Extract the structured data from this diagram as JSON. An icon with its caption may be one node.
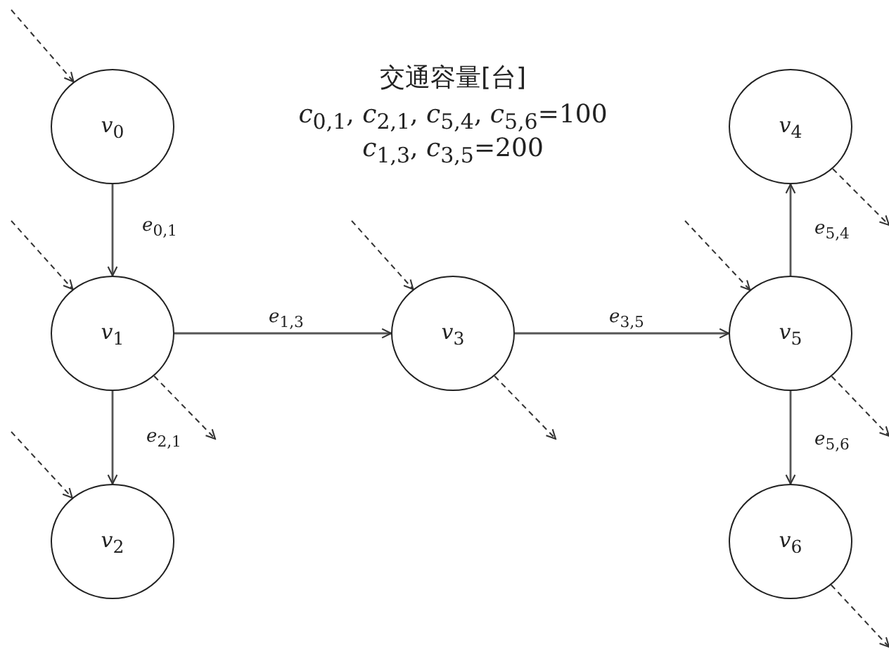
{
  "diagram": {
    "title": "交通容量[台]",
    "nodes": [
      {
        "text": [
          "*v*$_{0}$"
        ]
      },
      {
        "text": [
          "*v*$_{1}$"
        ]
      },
      {
        "text": [
          "*v*$_{2}$"
        ]
      },
      {
        "text": [
          "*v*$_{3}$"
        ]
      },
      {
        "text": [
          "*v*$_{4}$"
        ]
      },
      {
        "text": [
          "*v*$_{5}$"
        ]
      },
      {
        "text": [
          "*v*$_{6}$"
        ]
      }
    ],
    "edges": [
      {
        "from": 0,
        "to": 1,
        "arrow": "to",
        "label": "*e*$_{0,1}$"
      },
      {
        "from": 1,
        "to": 2,
        "arrow": "to",
        "label": "*e*$_{2,1}$"
      },
      {
        "from": 1,
        "to": 3,
        "arrow": "to",
        "label": "*e*$_{1,3}$"
      },
      {
        "from": 3,
        "to": 5,
        "arrow": "to",
        "label": "*e*$_{3,5}$"
      },
      {
        "from": 5,
        "to": 4,
        "arrow": "to",
        "label": "*e*$_{5,4}$"
      },
      {
        "from": 5,
        "to": 6,
        "arrow": "to",
        "label": "*e*$_{5,6}$"
      },
      {
        "from": null,
        "to": 0,
        "arrow": "to",
        "style": "dashed"
      },
      {
        "from": null,
        "to": 1,
        "arrow": "to",
        "style": "dashed"
      },
      {
        "from": null,
        "to": 2,
        "arrow": "to",
        "style": "dashed"
      },
      {
        "from": null,
        "to": 3,
        "arrow": "to",
        "style": "dashed"
      },
      {
        "from": null,
        "to": 5,
        "arrow": "to",
        "style": "dashed"
      },
      {
        "from": 1,
        "to": null,
        "arrow": "to",
        "style": "dashed"
      },
      {
        "from": 3,
        "to": null,
        "arrow": "to",
        "style": "dashed"
      },
      {
        "from": 4,
        "to": null,
        "arrow": "to",
        "style": "dashed"
      },
      {
        "from": 5,
        "to": null,
        "arrow": "to",
        "style": "dashed"
      },
      {
        "from": 6,
        "to": null,
        "arrow": "to",
        "style": "dashed"
      }
    ],
    "labels": [
      "*c*$_{0,1}$, *c*$_{2,1}$, *c*$_{5,4}$, *c*$_{5,6}$=100",
      "*c*$_{1,3}$, *c*$_{3,5}$=200"
    ]
  }
}
